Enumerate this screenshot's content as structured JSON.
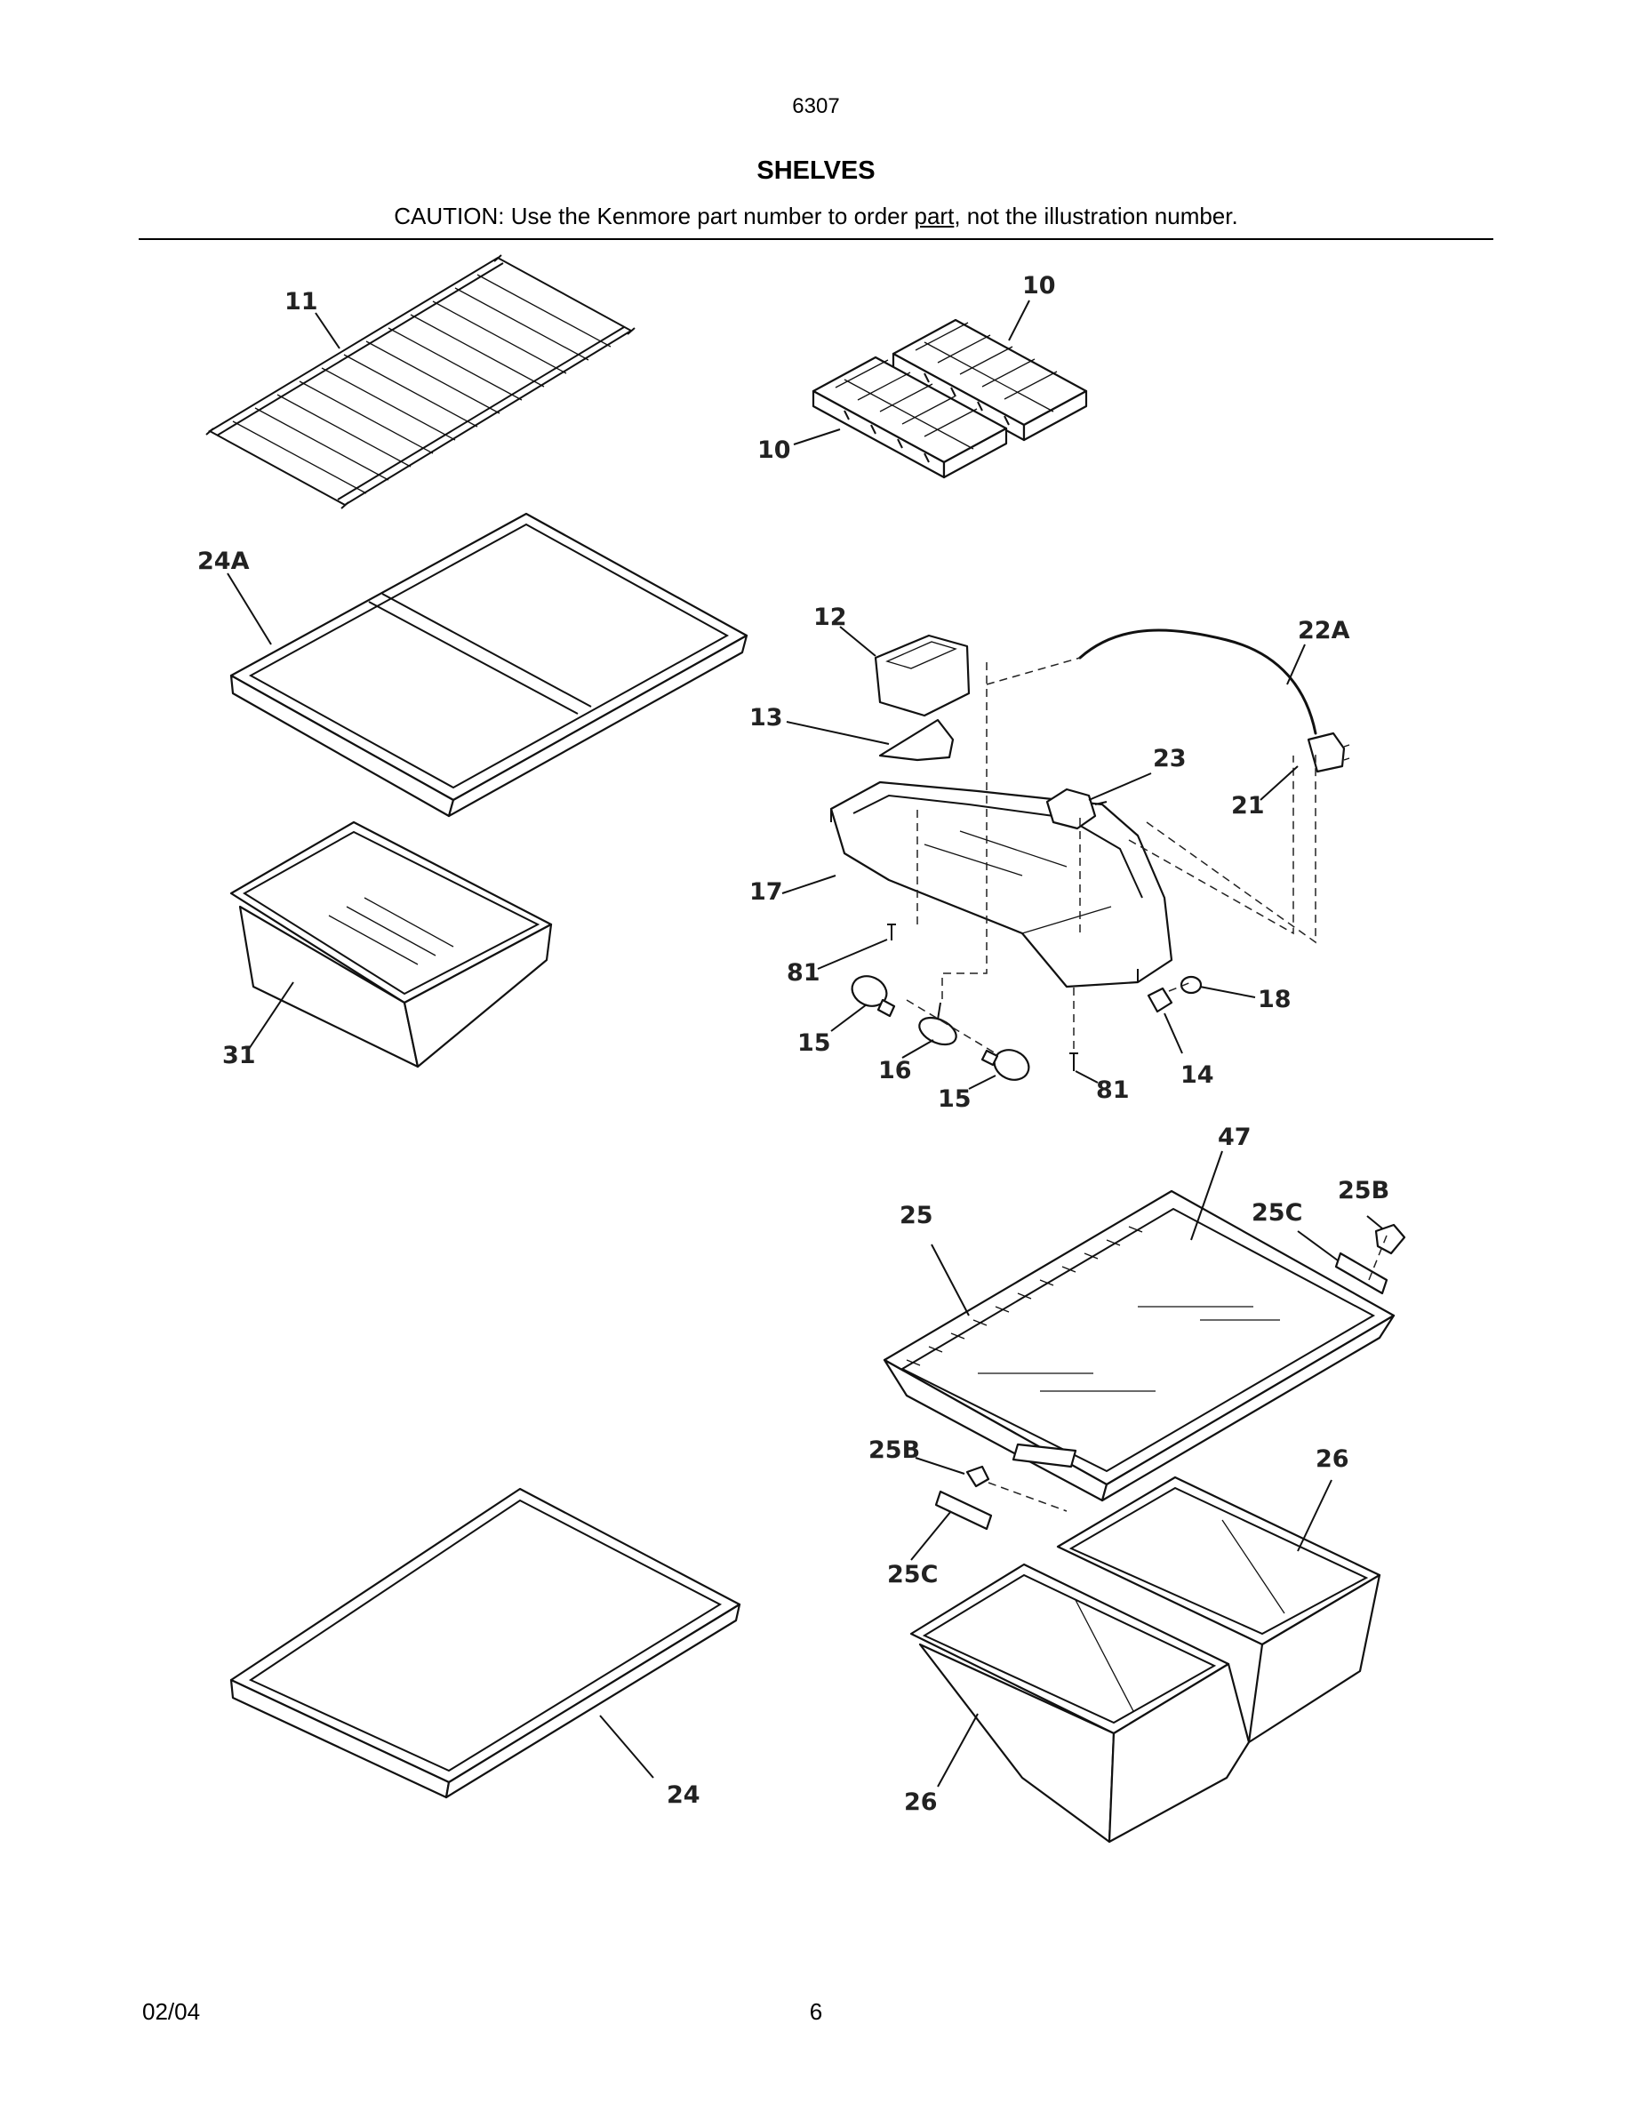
{
  "header": {
    "model_number": "6307",
    "section_title": "SHELVES",
    "caution_before": "CAUTION: Use the Kenmore part number to order ",
    "caution_underlined": "part",
    "caution_after": ", not the illustration number."
  },
  "footer": {
    "date": "02/04",
    "page_number": "6"
  },
  "callouts": {
    "c11": "11",
    "c10a": "10",
    "c10b": "10",
    "c24a": "24A",
    "c12": "12",
    "c22a": "22A",
    "c13": "13",
    "c23": "23",
    "c21": "21",
    "c17": "17",
    "c81a": "81",
    "c18": "18",
    "c15a": "15",
    "c16": "16",
    "c15b": "15",
    "c81b": "81",
    "c14": "14",
    "c31": "31",
    "c47": "47",
    "c25b_top": "25B",
    "c25": "25",
    "c25c_top": "25C",
    "c25b_bot": "25B",
    "c26a": "26",
    "c25c_bot": "25C",
    "c24": "24",
    "c26b": "26"
  }
}
